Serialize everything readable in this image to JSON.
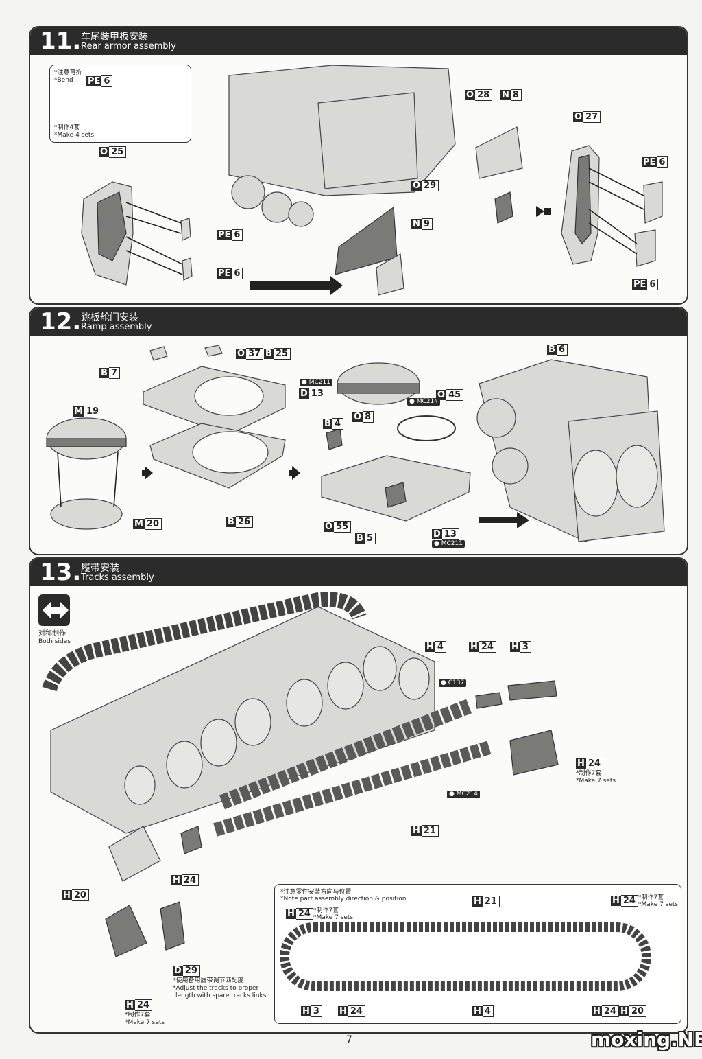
{
  "steps": [
    {
      "num": "11.",
      "zh": "车尾装甲板安装",
      "en": "Rear armor assembly"
    },
    {
      "num": "12.",
      "zh": "跳板舱门安装",
      "en": "Ramp assembly"
    },
    {
      "num": "13.",
      "zh": "履带安装",
      "en": "Tracks assembly"
    }
  ],
  "step11": {
    "note_zh": "*注意弯折",
    "note_en": "*Bend",
    "make_zh": "*制作4套",
    "make_en": "*Make 4 sets",
    "parts": {
      "pe6_a": [
        "PE",
        "6"
      ],
      "o25": [
        "O",
        "25"
      ],
      "pe6_b": [
        "PE",
        "6"
      ],
      "pe6_c": [
        "PE",
        "6"
      ],
      "o28": [
        "O",
        "28"
      ],
      "n8": [
        "N",
        "8"
      ],
      "o29": [
        "O",
        "29"
      ],
      "n9": [
        "N",
        "9"
      ],
      "o27": [
        "O",
        "27"
      ],
      "pe6_d": [
        "PE",
        "6"
      ],
      "pe6_e": [
        "PE",
        "6"
      ]
    }
  },
  "step12": {
    "parts": {
      "b7": [
        "B",
        "7"
      ],
      "o37": [
        "O",
        "37"
      ],
      "b25": [
        "B",
        "25"
      ],
      "m19": [
        "M",
        "19"
      ],
      "m20": [
        "M",
        "20"
      ],
      "b26": [
        "B",
        "26"
      ],
      "d13_a": [
        "D",
        "13"
      ],
      "b4": [
        "B",
        "4"
      ],
      "o8": [
        "O",
        "8"
      ],
      "o45": [
        "O",
        "45"
      ],
      "o55": [
        "O",
        "55"
      ],
      "b5": [
        "B",
        "5"
      ],
      "d13_b": [
        "D",
        "13"
      ],
      "b6": [
        "B",
        "6"
      ]
    },
    "paints": {
      "mc211_a": "MC211",
      "mc214": "MC214",
      "mc211_b": "MC211"
    }
  },
  "step13": {
    "both_zh": "对称制作",
    "both_en": "Both sides",
    "parts": {
      "h4_a": [
        "H",
        "4"
      ],
      "h24_a": [
        "H",
        "24"
      ],
      "h3_a": [
        "H",
        "3"
      ],
      "h24_b": [
        "H",
        "24"
      ],
      "h21_a": [
        "H",
        "21"
      ],
      "h24_c": [
        "H",
        "24"
      ],
      "h20_a": [
        "H",
        "20"
      ],
      "d29": [
        "D",
        "29"
      ],
      "h24_d": [
        "H",
        "24"
      ]
    },
    "paints": {
      "c137": "C137",
      "mc214": "MC214"
    },
    "make7_zh": "*制作7套",
    "make7_en": "*Make 7 sets",
    "make7b_zh": "*制作7套",
    "make7b_en": "*Make 7 sets",
    "adjust_zh": "*使用备用履带调节匹配度",
    "adjust_en1": "*Adjust the tracks to proper",
    "adjust_en2": "length with spare tracks links",
    "note_box": {
      "title_zh": "*注意零件安装方向与位置",
      "title_en": "*Note part assembly direction & position",
      "make_zh_l": "*制作7套",
      "make_en_l": "*Make 7 sets",
      "make_zh_r": "*制作7套",
      "make_en_r": "*Make 7 sets",
      "parts": {
        "h24_l": [
          "H",
          "24"
        ],
        "h21": [
          "H",
          "21"
        ],
        "h24_r": [
          "H",
          "24"
        ],
        "h3": [
          "H",
          "3"
        ],
        "h24_bl": [
          "H",
          "24"
        ],
        "h4": [
          "H",
          "4"
        ],
        "h24_br": [
          "H",
          "24"
        ],
        "h20": [
          "H",
          "20"
        ]
      }
    }
  },
  "page_number": "7",
  "watermark": "moxing.NET"
}
